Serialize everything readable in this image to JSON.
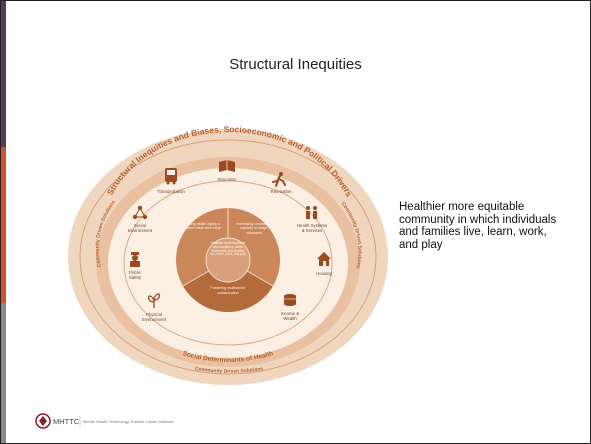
{
  "slide": {
    "title": "Structural Inequities",
    "side_text": "Healthier more equitable community in which individuals and families live, learn, work, and play"
  },
  "diagram": {
    "outer_arc_label": "Structural Inequities and Biases, Socioeconomic and Political Drivers",
    "left_arc_label": "Community Driven Solutions",
    "right_arc_label": "Community Driven Solutions",
    "bottom_arc_label": "Community Driven Solutions",
    "sdoh_label": "Social Determinants of Health",
    "determinants": [
      {
        "label": "Transportation",
        "icon": "bus-icon"
      },
      {
        "label": "Education",
        "icon": "book-icon"
      },
      {
        "label": "Recreation",
        "icon": "runner-icon"
      },
      {
        "label": "Health Systems & Services",
        "icon": "people-icon"
      },
      {
        "label": "Housing",
        "icon": "house-icon"
      },
      {
        "label": "Income & Wealth",
        "icon": "coins-icon"
      },
      {
        "label": "Physical Environment",
        "icon": "plant-icon"
      },
      {
        "label": "Public Safety",
        "icon": "officer-icon"
      },
      {
        "label": "Social Environment",
        "icon": "network-icon"
      }
    ],
    "inner": {
      "left": "Making health equity a shared vision and value",
      "right": "Increasing community capacity to shape outcomes",
      "bottom": "Fostering multisector collaboration",
      "center": "Healthier more equitable communities in which individuals and families live, learn, work, and play"
    },
    "colors": {
      "outer": "#f1d6bf",
      "ring": "#e7b993",
      "band": "#f6e3d3",
      "inner": "#c9875a",
      "inner_dark": "#b36b3b",
      "text": "#b4602c"
    }
  },
  "logo": {
    "text": "MHTTC",
    "small_text": "Mental Health Technology Transfer Center Network"
  }
}
